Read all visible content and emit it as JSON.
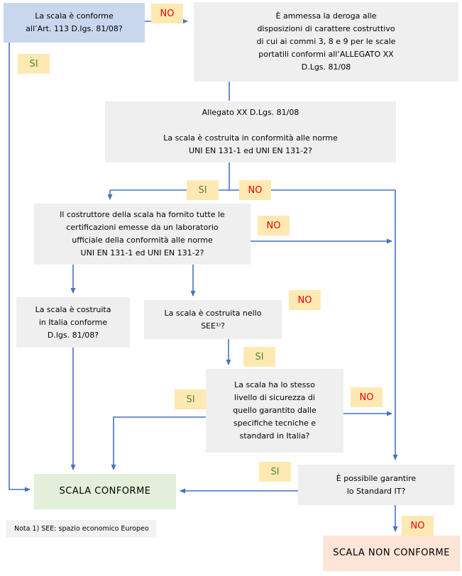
{
  "labels": {
    "si": "SI",
    "no": "NO"
  },
  "nodes": {
    "start": [
      "La scala è conforme",
      "all’Art. 113 D.lgs. 81/08?"
    ],
    "deroga": [
      "È ammessa la deroga alle",
      "disposizioni di carattere costruttivo",
      "di cui ai commi 3, 8 e 9 per le scale",
      "portatili conformi all’ALLEGATO XX",
      "D.Lgs. 81/08"
    ],
    "allegato": [
      "Allegato XX D.Lgs. 81/08",
      "",
      "La scala è costruita in conformità alle norme",
      "UNI EN 131-1 ed UNI EN 131-2?"
    ],
    "costruttore": [
      "Il costruttore della scala ha fornito tutte le",
      "certificazioni emesse da un laboratorio",
      "ufficiale della conformità alle norme",
      "UNI EN 131-1 ed UNI EN 131-2?"
    ],
    "italia": [
      "La scala è costruita",
      "in Italia conforme",
      "D.lgs. 81/08?"
    ],
    "see": [
      "La scala è costruita nello",
      "SEE¹⁾?"
    ],
    "livello": [
      "La scala ha lo stesso",
      "livello di sicurezza di",
      "quello garantito dalle",
      "specifiche tecniche e",
      "standard in Italia?"
    ],
    "standard_it": [
      "È possibile garantire",
      "lo Standard IT?"
    ],
    "conforme": "SCALA CONFORME",
    "non_conforme": "SCALA NON CONFORME",
    "nota": "Nota 1) SEE: spazio economico Europeo"
  },
  "colors": {
    "connector_blue": "#4472C4",
    "label_background": "#FFE9B3",
    "si_text_green": "#548235",
    "no_text_red": "#EE0000",
    "question_box_gray": "#EFEFEF",
    "start_box_blue": "#C9D7EE",
    "conforme_box_green": "#E2EFDA",
    "non_conforme_box_peach": "#FCE4D6"
  }
}
